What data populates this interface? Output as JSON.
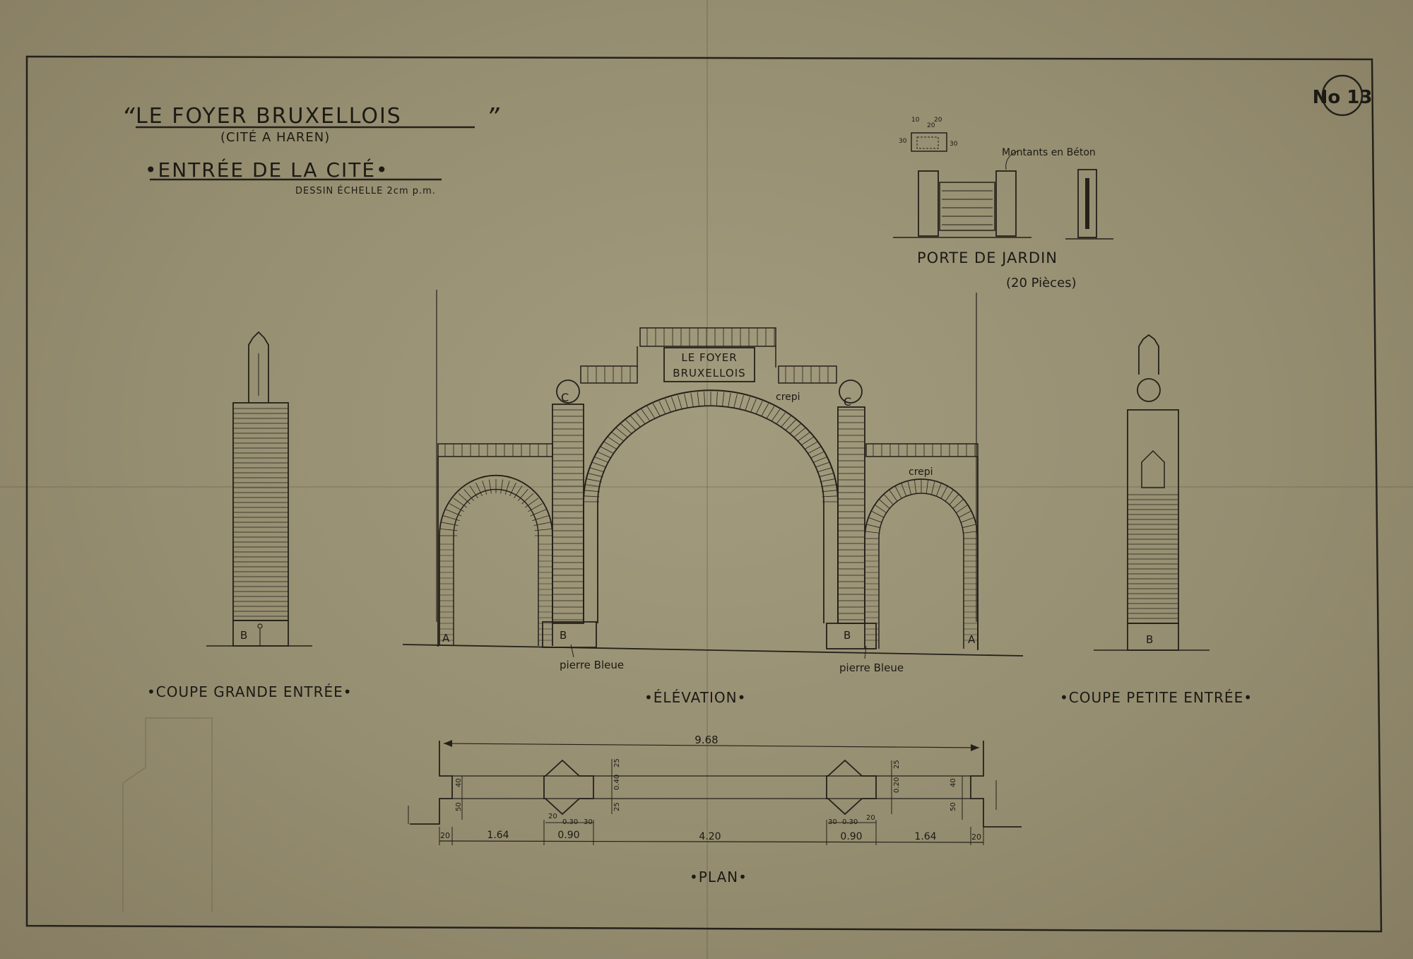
{
  "title": {
    "main": "LE FOYER BRUXELLOIS",
    "open_quote": "“",
    "close_quote": "”",
    "subtitle": "(CITÉ A HAREN)",
    "heading": "•ENTRÉE DE LA CITÉ•",
    "scale_note": "DESSIN ÉCHELLE 2cm p.m."
  },
  "sheet_number": "No 13",
  "garden_gate": {
    "label": "PORTE DE JARDIN",
    "count": "(20 Pièces)",
    "annotation": "Montants en Béton",
    "dims": [
      "10",
      "20",
      "30",
      "30",
      "20"
    ]
  },
  "arch": {
    "sign_line1": "LE FOYER",
    "sign_line2": "BRUXELLOIS",
    "crepi_1": "crepi",
    "crepi_2": "crepi",
    "letter_a": "A",
    "letter_b": "B",
    "letter_c": "C",
    "pierre_bleue_1": "pierre Bleue",
    "pierre_bleue_2": "pierre Bleue"
  },
  "captions": {
    "left": "•COUPE GRANDE ENTRÉE•",
    "center": "•ÉLÉVATION•",
    "right": "•COUPE PETITE ENTRÉE•",
    "plan": "•PLAN•"
  },
  "plan_dims": {
    "overall": "9.68",
    "bottom": [
      "20",
      "1.64",
      "0.90",
      "4.20",
      "0.90",
      "1.64",
      "20"
    ],
    "pier_left": [
      "20",
      "0.30",
      "30"
    ],
    "pier_right": [
      "30",
      "0.30",
      "20"
    ],
    "vertical": [
      "40",
      "50",
      "25",
      "0.40",
      "25",
      "25",
      "0.20",
      "40",
      "50"
    ]
  }
}
